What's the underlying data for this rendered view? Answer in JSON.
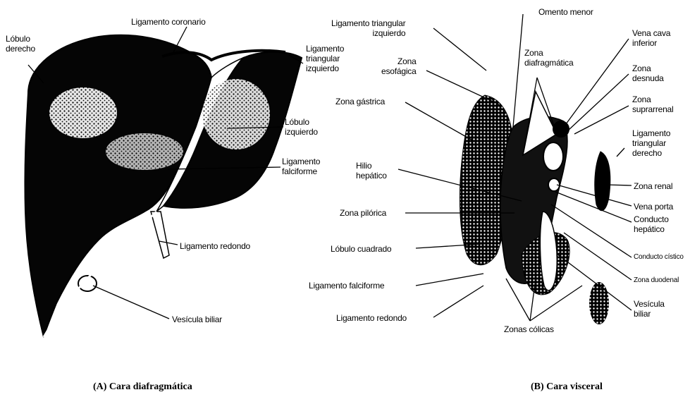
{
  "panel_a": {
    "caption": "(A) Cara diafragmática",
    "labels": {
      "lobulo_derecho": "Lóbulo\nderecho",
      "ligamento_coronario": "Ligamento coronario",
      "ligamento_triangular_izquierdo": "Ligamento\ntriangular\nizquierdo",
      "lobulo_izquierdo": "Lóbulo\nizquierdo",
      "ligamento_falciforme": "Ligamento\nfalciforme",
      "ligamento_redondo": "Ligamento redondo",
      "vesicula_biliar": "Vesícula biliar"
    }
  },
  "panel_b": {
    "caption": "(B) Cara visceral",
    "labels": {
      "ligamento_triangular_izquierdo": "Ligamento triangular\nizquierdo",
      "omento_menor": "Omento menor",
      "zona_esofagica": "Zona\nesofágica",
      "zona_diafragmatica": "Zona\ndiafragmática",
      "zona_gastrica": "Zona gástrica",
      "hilio_hepatico": "Hilio\nhepático",
      "zona_pilorica": "Zona pilórica",
      "lobulo_cuadrado": "Lóbulo cuadrado",
      "ligamento_falciforme": "Ligamento falciforme",
      "ligamento_redondo": "Ligamento redondo",
      "zonas_colicas": "Zonas cólicas",
      "vena_cava_inferior": "Vena cava\ninferior",
      "zona_desnuda": "Zona\ndesnuda",
      "zona_suprarrenal": "Zona\nsuprarrenal",
      "ligamento_triangular_derecho": "Ligamento\ntriangular\nderecho",
      "zona_renal": "Zona renal",
      "vena_porta": "Vena porta",
      "conducto_hepatico": "Conducto\nhepático",
      "conducto_cistico": "Conducto cístico",
      "zona_duodenal": "Zona duodenal",
      "vesicula_biliar": "Vesícula\nbiliar"
    }
  },
  "colors": {
    "ink": "#000000",
    "paper": "#ffffff",
    "mid": "#555555"
  }
}
